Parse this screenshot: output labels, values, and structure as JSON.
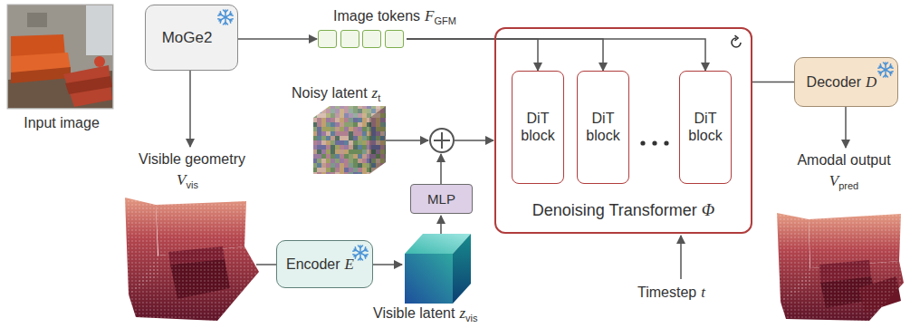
{
  "diagram": {
    "nodes": [
      {
        "text": [
          "MoGe2"
        ]
      },
      {
        "text": [
          "Image tokens",
          "F",
          "GFM"
        ]
      },
      {
        "text": [
          "Encoder",
          "E"
        ]
      },
      {
        "text": [
          "MLP"
        ]
      },
      {
        "text": [
          "Denoising Transformer",
          "Φ"
        ]
      },
      {
        "text": [
          "DiT block"
        ],
        "in": 4
      },
      {
        "text": [
          "DiT block"
        ],
        "in": 4
      },
      {
        "text": [
          "DiT block"
        ],
        "in": 4
      },
      {
        "text": [
          "Decoder",
          "D"
        ]
      }
    ],
    "edges": [
      {
        "from": 0,
        "to": 1,
        "arrow": "to"
      },
      {
        "from": 1,
        "to": 5,
        "arrow": "to"
      },
      {
        "from": 1,
        "to": 6,
        "arrow": "to"
      },
      {
        "from": 1,
        "to": 7,
        "arrow": "to"
      },
      {
        "from": 4,
        "to": 8,
        "arrow": "none"
      }
    ],
    "labels": [
      "Input image",
      "Noisy latent",
      "z",
      "t",
      "Visible geometry",
      "V",
      "vis",
      "Visible latent",
      "z",
      "vis",
      "Amodal output",
      "V",
      "pred",
      "Timestep",
      "t"
    ]
  }
}
